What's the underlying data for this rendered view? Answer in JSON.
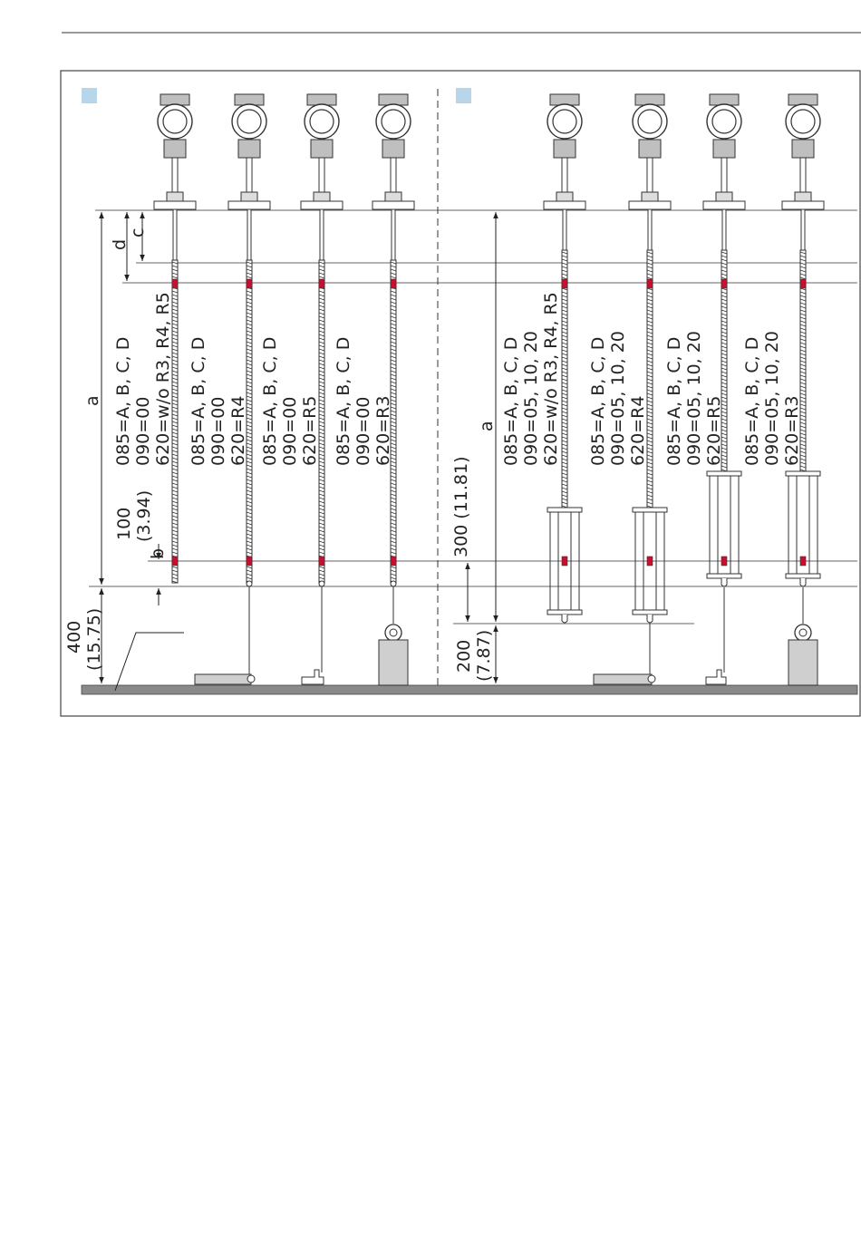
{
  "figure": {
    "colors": {
      "frame": "#444444",
      "line": "#333333",
      "marker": "#c8102e",
      "floor": "#8a8a8a",
      "housing": "#bfbfbf",
      "panel_badge": "#b7d6ea"
    },
    "panel_a": {
      "columns": [
        {
          "l1": "085=A, B, C, D",
          "l2": "090=00",
          "l3": "620=w/o R3, R4, R5",
          "end": "none"
        },
        {
          "l1": "085=A, B, C, D",
          "l2": "090=00",
          "l3": "620=R4",
          "end": "bar"
        },
        {
          "l1": "085=A, B, C, D",
          "l2": "090=00",
          "l3": "620=R5",
          "end": "clamp"
        },
        {
          "l1": "085=A, B, C, D",
          "l2": "090=00",
          "l3": "620=R3",
          "end": "weight"
        }
      ],
      "dims": {
        "a": "a",
        "b": "b",
        "c": "c",
        "d": "d",
        "dim100": "100",
        "dim100_in": "(3.94)",
        "dim400": "400",
        "dim400_in": "(15.75)"
      }
    },
    "panel_b": {
      "columns": [
        {
          "l1": "085=A, B, C, D",
          "l2": "090=05, 10, 20",
          "l3": "620=w/o R3, R4, R5",
          "end": "none"
        },
        {
          "l1": "085=A, B, C, D",
          "l2": "090=05, 10, 20",
          "l3": "620=R4",
          "end": "bar"
        },
        {
          "l1": "085=A, B, C, D",
          "l2": "090=05, 10, 20",
          "l3": "620=R5",
          "end": "clamp"
        },
        {
          "l1": "085=A, B, C, D",
          "l2": "090=05, 10, 20",
          "l3": "620=R3",
          "end": "weight"
        }
      ],
      "dims": {
        "a": "a",
        "dim300": "300 (11.81)",
        "dim200": "200",
        "dim200_in": "(7.87)"
      }
    }
  }
}
